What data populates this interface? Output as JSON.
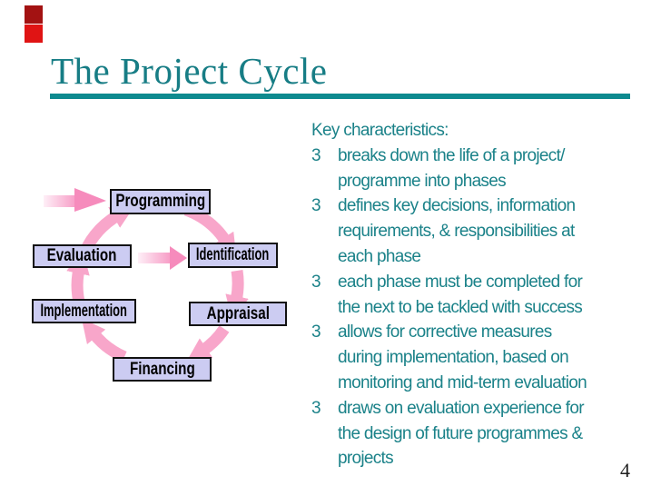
{
  "slide": {
    "title": "The Project Cycle",
    "page_number": "4"
  },
  "colors": {
    "title_teal": "#177d85",
    "underline_teal": "#0e8a8f",
    "body_teal": "#1b8289",
    "arrow_pink": "#f8a6ca",
    "arrow_head_pink": "#f68bbc",
    "stage_box_fill": "#ccccf2",
    "stage_box_border": "#121212",
    "decor_red_dark": "#a31212",
    "decor_red_bright": "#e01414"
  },
  "key_characteristics": {
    "heading": "Key characteristics:",
    "bullet_glyph": "3",
    "items": [
      {
        "text": "breaks down the life of a project/\nprogramme into phases"
      },
      {
        "text": "defines key decisions, information\nrequirements, & responsibilities at\neach phase"
      },
      {
        "text": "each phase must be completed for\nthe next to be tackled with success"
      },
      {
        "text": "allows for corrective measures\nduring implementation, based on\nmonitoring and mid-term evaluation"
      },
      {
        "text": "draws on evaluation experience for\nthe design of future programmes &\nprojects"
      }
    ]
  },
  "cycle_diagram": {
    "stages": [
      {
        "label": "Programming"
      },
      {
        "label": "Identification"
      },
      {
        "label": "Appraisal"
      },
      {
        "label": "Financing"
      },
      {
        "label": "Implementation"
      },
      {
        "label": "Evaluation"
      }
    ]
  }
}
